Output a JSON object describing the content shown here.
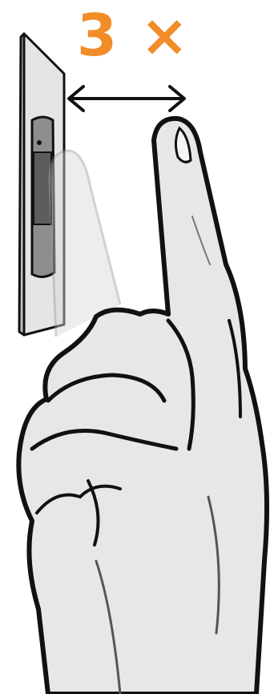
{
  "instruction": {
    "repeat_count": "3 ×",
    "accent_color": "#f28c28"
  },
  "illustration": {
    "device": "fingerprint-reader",
    "gesture": "finger-tap-motion",
    "arrow": "double-headed-arrow-icon"
  }
}
